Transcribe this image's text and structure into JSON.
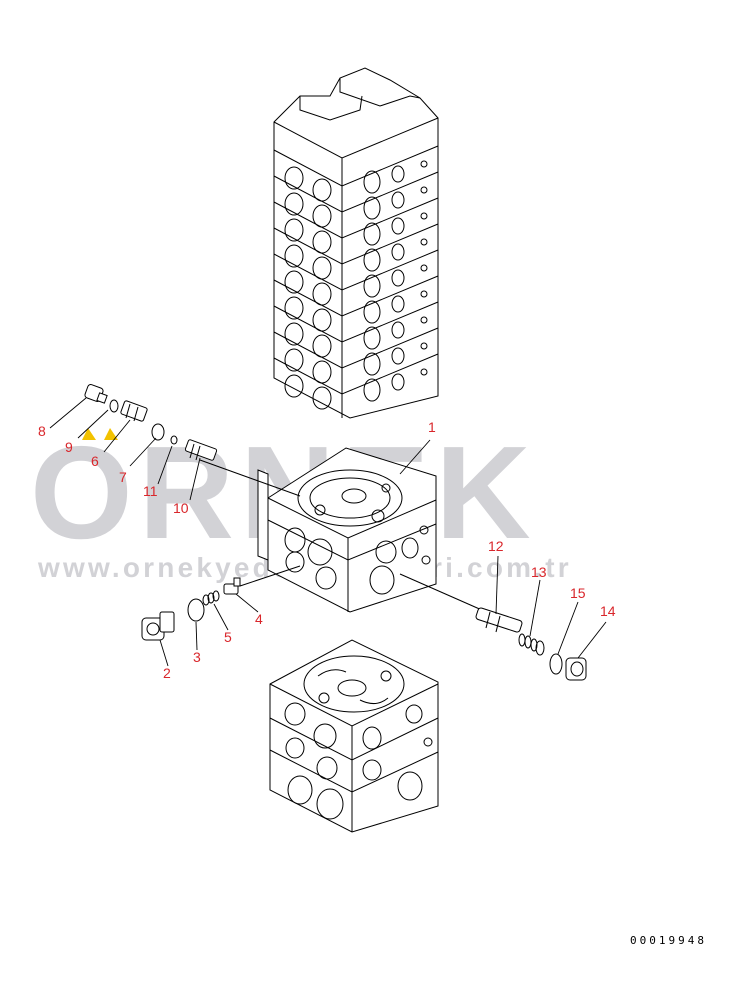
{
  "watermark": {
    "brand": "ORNEK",
    "url": "www.ornekyedekparcalari.com.tr",
    "accent_color": "#f2c200",
    "text_color": "#d2d2d6"
  },
  "document_number": "00019948",
  "callouts": [
    {
      "id": "1",
      "label": "1"
    },
    {
      "id": "2",
      "label": "2"
    },
    {
      "id": "3",
      "label": "3"
    },
    {
      "id": "4",
      "label": "4"
    },
    {
      "id": "5",
      "label": "5"
    },
    {
      "id": "6",
      "label": "6"
    },
    {
      "id": "7",
      "label": "7"
    },
    {
      "id": "8",
      "label": "8"
    },
    {
      "id": "9",
      "label": "9"
    },
    {
      "id": "10",
      "label": "10"
    },
    {
      "id": "11",
      "label": "11"
    },
    {
      "id": "12",
      "label": "12"
    },
    {
      "id": "13",
      "label": "13"
    },
    {
      "id": "14",
      "label": "14"
    },
    {
      "id": "15",
      "label": "15"
    }
  ],
  "colors": {
    "callout": "#d9262b",
    "line": "#000000",
    "background": "#ffffff"
  }
}
